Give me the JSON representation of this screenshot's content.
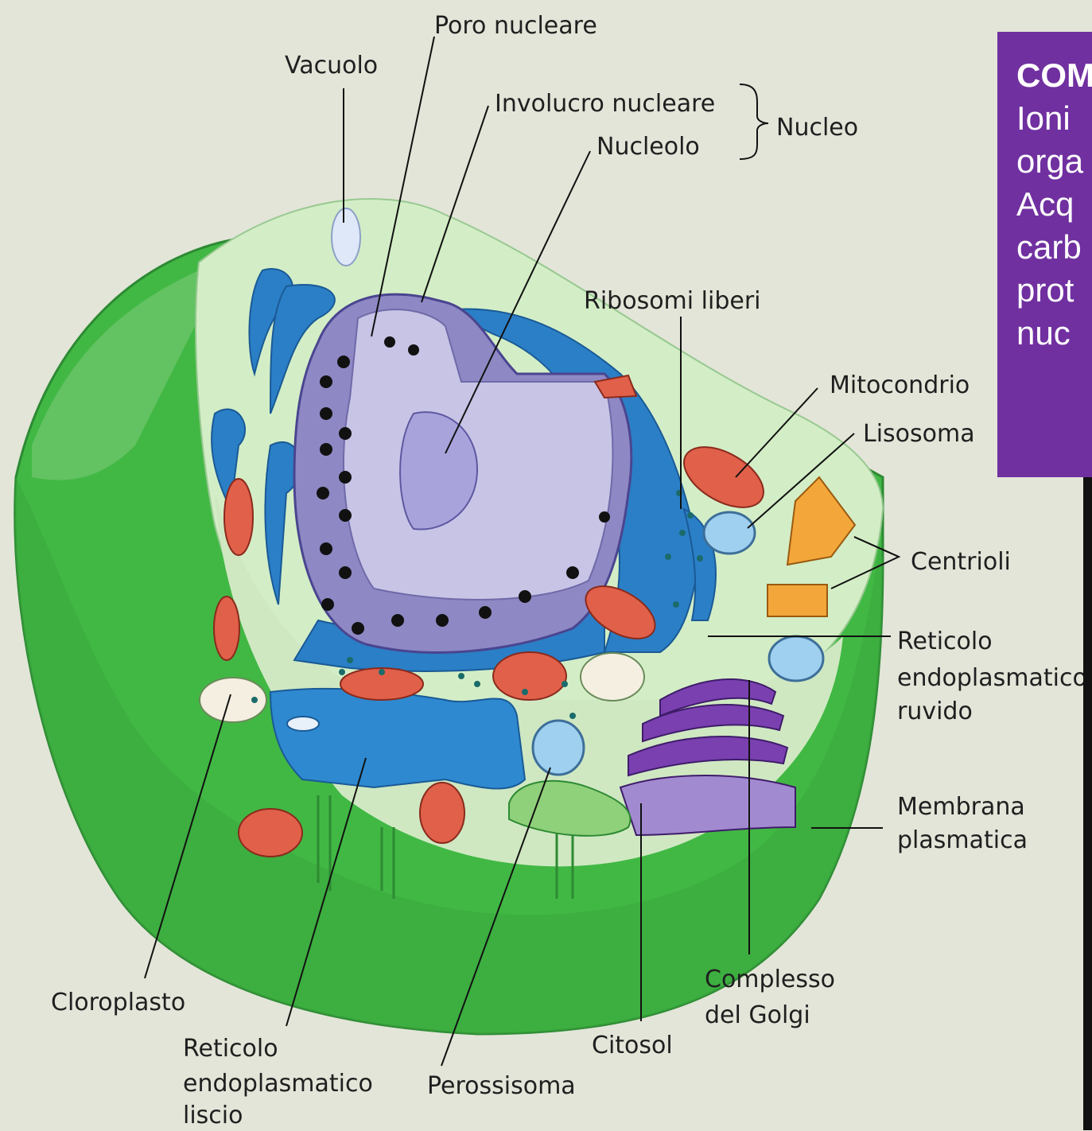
{
  "labels": {
    "poro_nucleare": "Poro nucleare",
    "vacuolo": "Vacuolo",
    "involucro_nucleare": "Involucro nucleare",
    "nucleo": "Nucleo",
    "nucleolo": "Nucleolo",
    "ribosomi_liberi": "Ribosomi liberi",
    "mitocondrio": "Mitocondrio",
    "lisosoma": "Lisosoma",
    "centrioli": "Centrioli",
    "reticolo_ruvido": [
      "Reticolo",
      "endoplasmatico",
      "ruvido"
    ],
    "membrana_plasmatica": [
      "Membrana",
      "plasmatica"
    ],
    "complesso_golgi": [
      "Complesso",
      "del Golgi"
    ],
    "citosol": "Citosol",
    "perossisoma": "Perossisoma",
    "reticolo_liscio": [
      "Reticolo",
      "endoplasmatico",
      "liscio"
    ],
    "cloroplasto": "Cloroplasto"
  },
  "side_box": {
    "title": "COM",
    "lines": [
      "Ioni",
      "orga",
      "Acq",
      "carb",
      "prot",
      "nuc"
    ]
  },
  "colors": {
    "background": "#e2e5d8",
    "membrane_green": "#41b844",
    "cytoplasm": "#d3eec6",
    "nucleus_purple": "#8e88c4",
    "er_blue": "#1f6fb8",
    "mitochondria_red": "#e0604a",
    "golgi_purple": "#7a40b0",
    "box_purple": "#7030a0"
  }
}
